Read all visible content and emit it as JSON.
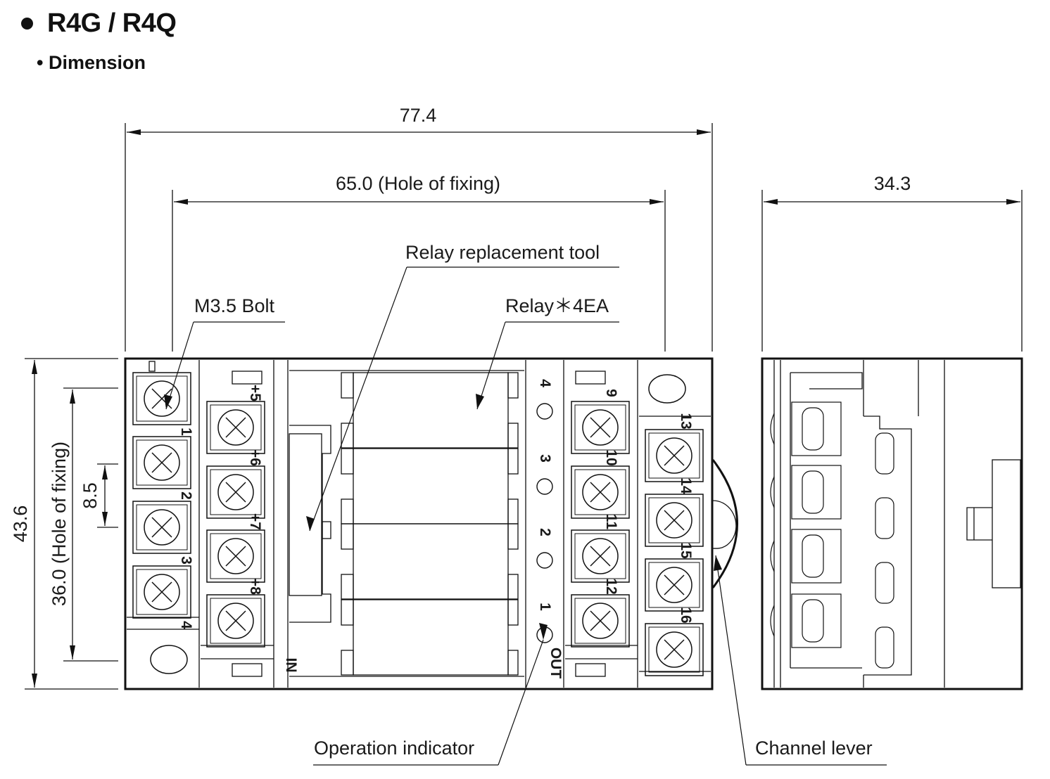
{
  "heading": "R4G / R4Q",
  "subheading": "• Dimension",
  "dimensions": {
    "overall_width": "77.4",
    "hole_width": "65.0 (Hole of fixing)",
    "side_width": "34.3",
    "overall_height": "43.6",
    "hole_height": "36.0 (Hole of fixing)",
    "pitch": "8.5"
  },
  "callouts": {
    "relay_tool": "Relay replacement tool",
    "relay": "Relay＊4EA",
    "bolt": "M3.5 Bolt",
    "indicator": "Operation indicator",
    "lever": "Channel lever"
  },
  "terminals": {
    "left_col": [
      "1",
      "2",
      "3",
      "4"
    ],
    "input_col": [
      "+5",
      "+6",
      "+7",
      "+8"
    ],
    "output_col": [
      "9",
      "10",
      "11",
      "12"
    ],
    "right_col": [
      "13",
      "14",
      "15",
      "16"
    ],
    "channels": [
      "4",
      "3",
      "2",
      "1"
    ],
    "in_label": "IN",
    "out_label": "OUT"
  }
}
